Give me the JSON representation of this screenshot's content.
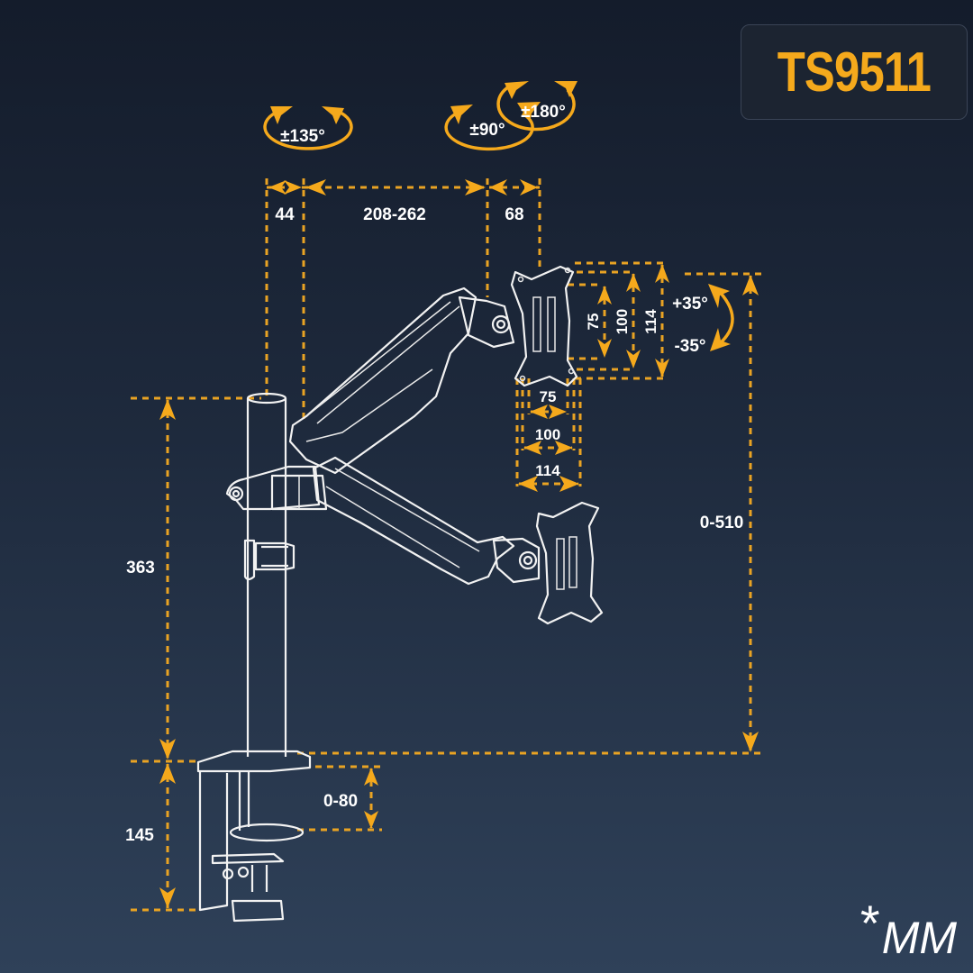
{
  "model": "TS9511",
  "unit_note": {
    "asterisk": "*",
    "unit": "MM"
  },
  "colors": {
    "accent": "#f5a91c",
    "line": "#f2f2f2",
    "background_top": "#141c2b",
    "background_bottom": "#2f4159"
  },
  "rotations": {
    "arm_swivel": "±135°",
    "head_swivel": "±90°",
    "screen_rotation": "±180°",
    "tilt_up": "+35°",
    "tilt_down": "-35°"
  },
  "dimensions": {
    "pole_to_arm": "44",
    "arm_reach": "208-262",
    "head_depth": "68",
    "vesa_v_75": "75",
    "vesa_v_100": "100",
    "vesa_v_114": "114",
    "vesa_h_75": "75",
    "vesa_h_100": "100",
    "vesa_h_114": "114",
    "height_range": "0-510",
    "pole_height": "363",
    "clamp_height": "145",
    "desk_thickness": "0-80"
  }
}
